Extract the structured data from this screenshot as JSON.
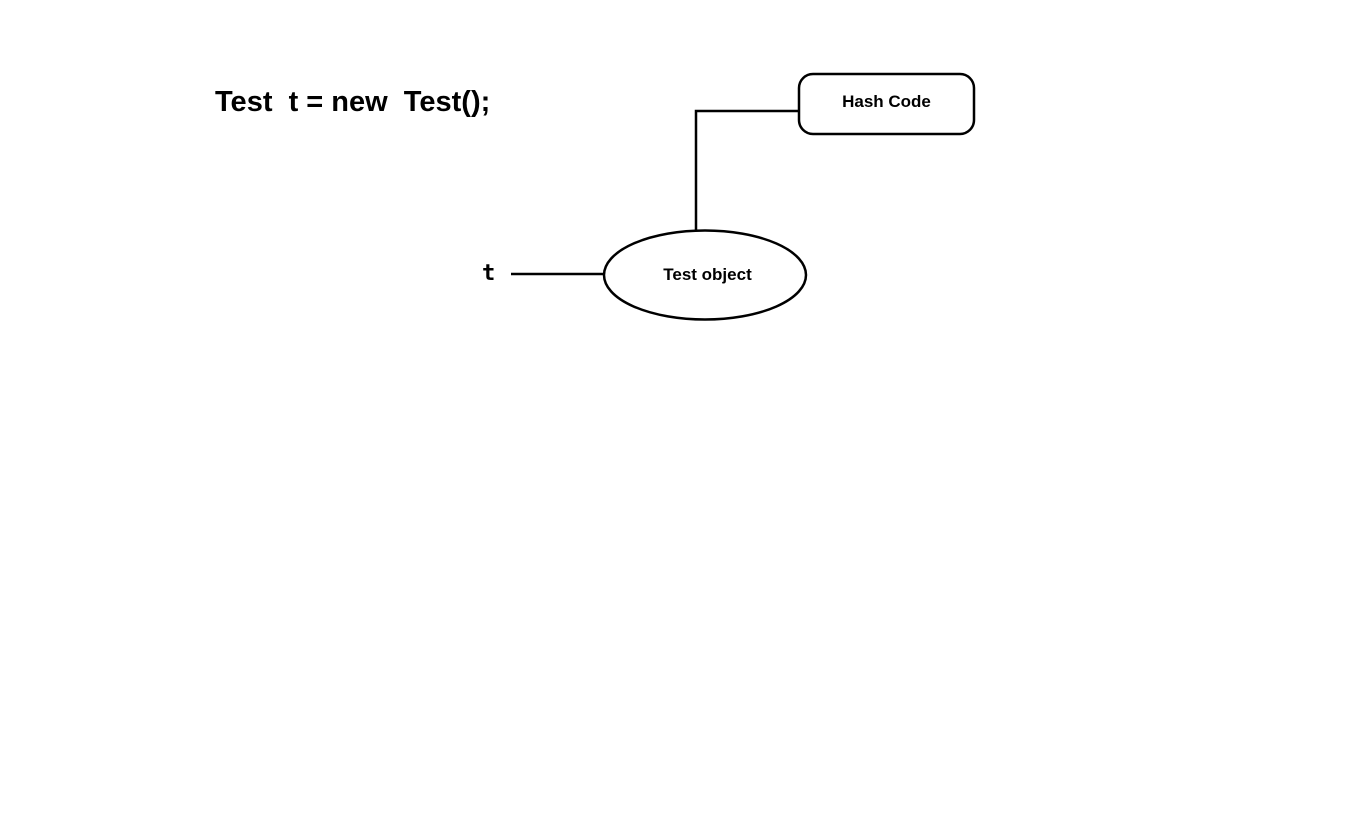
{
  "code": {
    "statement": "Test  t = new  Test();"
  },
  "diagram": {
    "reference_variable": "t",
    "object_node": "Test object",
    "hash_node": "Hash Code"
  }
}
